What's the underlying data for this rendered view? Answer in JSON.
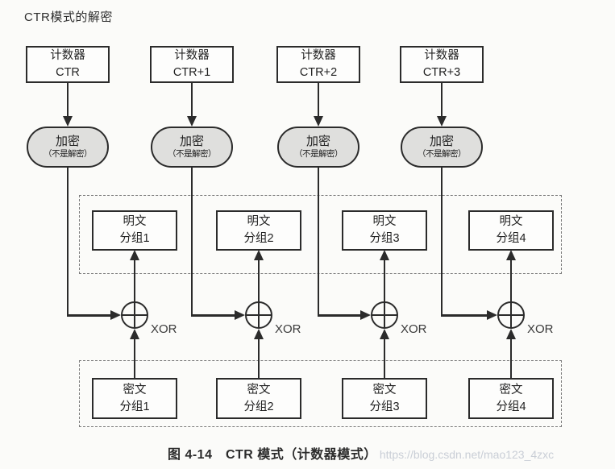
{
  "title": "CTR模式的解密",
  "labels": {
    "counter": "计数器",
    "encrypt": "加密",
    "encrypt_note": "（不是解密）",
    "plaintext": "明文",
    "ciphertext": "密文",
    "xor": "XOR"
  },
  "columns": [
    {
      "counter_value": "CTR",
      "plaintext_group": "分组1",
      "ciphertext_group": "分组1"
    },
    {
      "counter_value": "CTR+1",
      "plaintext_group": "分组2",
      "ciphertext_group": "分组2"
    },
    {
      "counter_value": "CTR+2",
      "plaintext_group": "分组3",
      "ciphertext_group": "分组3"
    },
    {
      "counter_value": "CTR+3",
      "plaintext_group": "分组4",
      "ciphertext_group": "分组4"
    }
  ],
  "caption": {
    "text": "图 4-14　CTR 模式（计数器模式）",
    "watermark": "https://blog.csdn.net/mao123_4zxc"
  },
  "colors": {
    "ink": "#2b2b2b",
    "encrypt_fill": "#dfdfdd",
    "box_fill": "#fdfdfc",
    "dashed_border": "#7a7a7a",
    "watermark": "#c9ced6",
    "background": "#fbfbf9"
  }
}
